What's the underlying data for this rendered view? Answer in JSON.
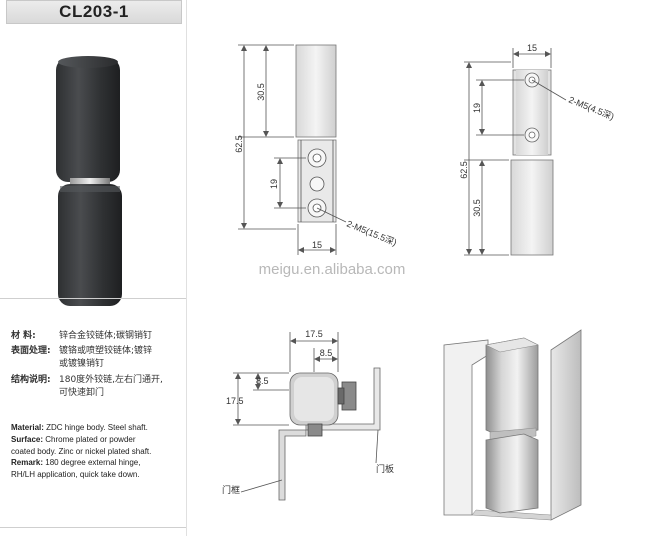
{
  "product": {
    "model": "CL203-1"
  },
  "watermark": "meigu.en.alibaba.com",
  "specs_cn": {
    "material_label": "材    料:",
    "material_value": "锌合金铰链体;碳钢销钉",
    "surface_label": "表面处理:",
    "surface_value": "镀铬或喷塑铰链体;镀锌",
    "surface_value_2": "或镀镍销钉",
    "structure_label": "结构说明:",
    "structure_value": "180度外铰链,左右门通开,",
    "structure_value_2": "可快速卸门"
  },
  "specs_en": {
    "material_label": "Material:",
    "material_value": "ZDC hinge body. Steel shaft.",
    "surface_label": "Surface:",
    "surface_value": "Chrome plated or powder",
    "surface_value_2": "coated body. Zinc or nickel plated shaft.",
    "remark_label": "Remark:",
    "remark_value": "180 degree external hinge,",
    "remark_value_2": "RH/LH application, quick take down."
  },
  "drawing_front": {
    "dim_total": "62.5",
    "dim_top": "30.5",
    "dim_hole_pitch": "19",
    "dim_width": "15",
    "hole_callout": "2-M5(15.5深)"
  },
  "drawing_back": {
    "dim_width": "15",
    "dim_hole_pitch": "19",
    "dim_total": "62.5",
    "dim_bottom": "30.5",
    "hole_callout": "2-M5(4.5深)"
  },
  "drawing_side": {
    "dim_width": "17.5",
    "dim_offset_h": "8.5",
    "dim_offset_v": "8.5",
    "dim_height": "17.5",
    "label_frame": "门框",
    "label_door": "门板"
  },
  "colors": {
    "dim_line": "#555555",
    "hinge_body": "#3a3c3e",
    "part_fill": "#e6e6e6",
    "outline": "#666666"
  }
}
